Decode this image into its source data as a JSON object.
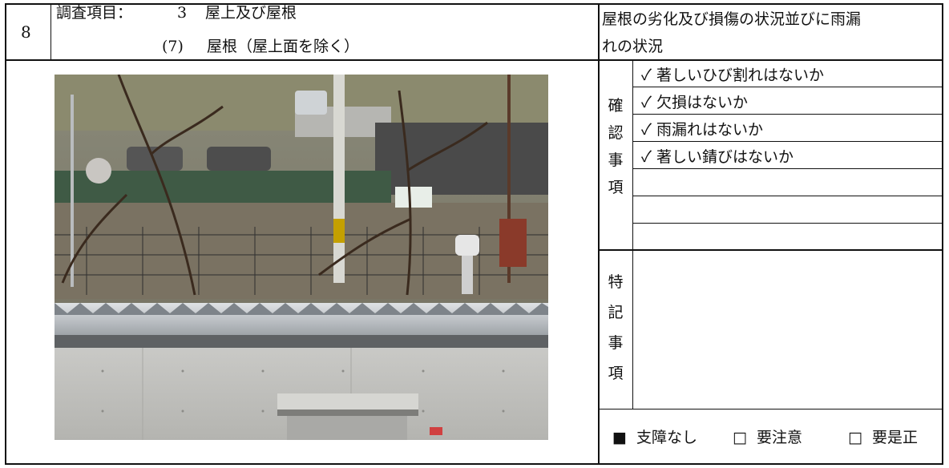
{
  "header": {
    "number": "8",
    "item_label": "調査項目：",
    "item_number": "3",
    "item_name": "屋上及び屋根",
    "sub_number": "(7)",
    "sub_name": "屋根（屋上面を除く）",
    "description_line1": "屋根の劣化及び損傷の状況並びに雨漏",
    "description_line2": "れの状況"
  },
  "check_section": {
    "label_chars": [
      "確",
      "認",
      "事",
      "項"
    ],
    "items": [
      "✓ 著しいひび割れはないか",
      "✓ 欠損はないか",
      "✓ 雨漏れはないか",
      "✓ 著しい錆びはないか",
      "",
      "",
      ""
    ]
  },
  "notes_section": {
    "label_chars": [
      "特",
      "記",
      "事",
      "項"
    ]
  },
  "status": {
    "ok_mark": "■",
    "ok_label": "支障なし",
    "caution_mark": "□",
    "caution_label": "要注意",
    "fix_mark": "□",
    "fix_label": "要是正"
  }
}
